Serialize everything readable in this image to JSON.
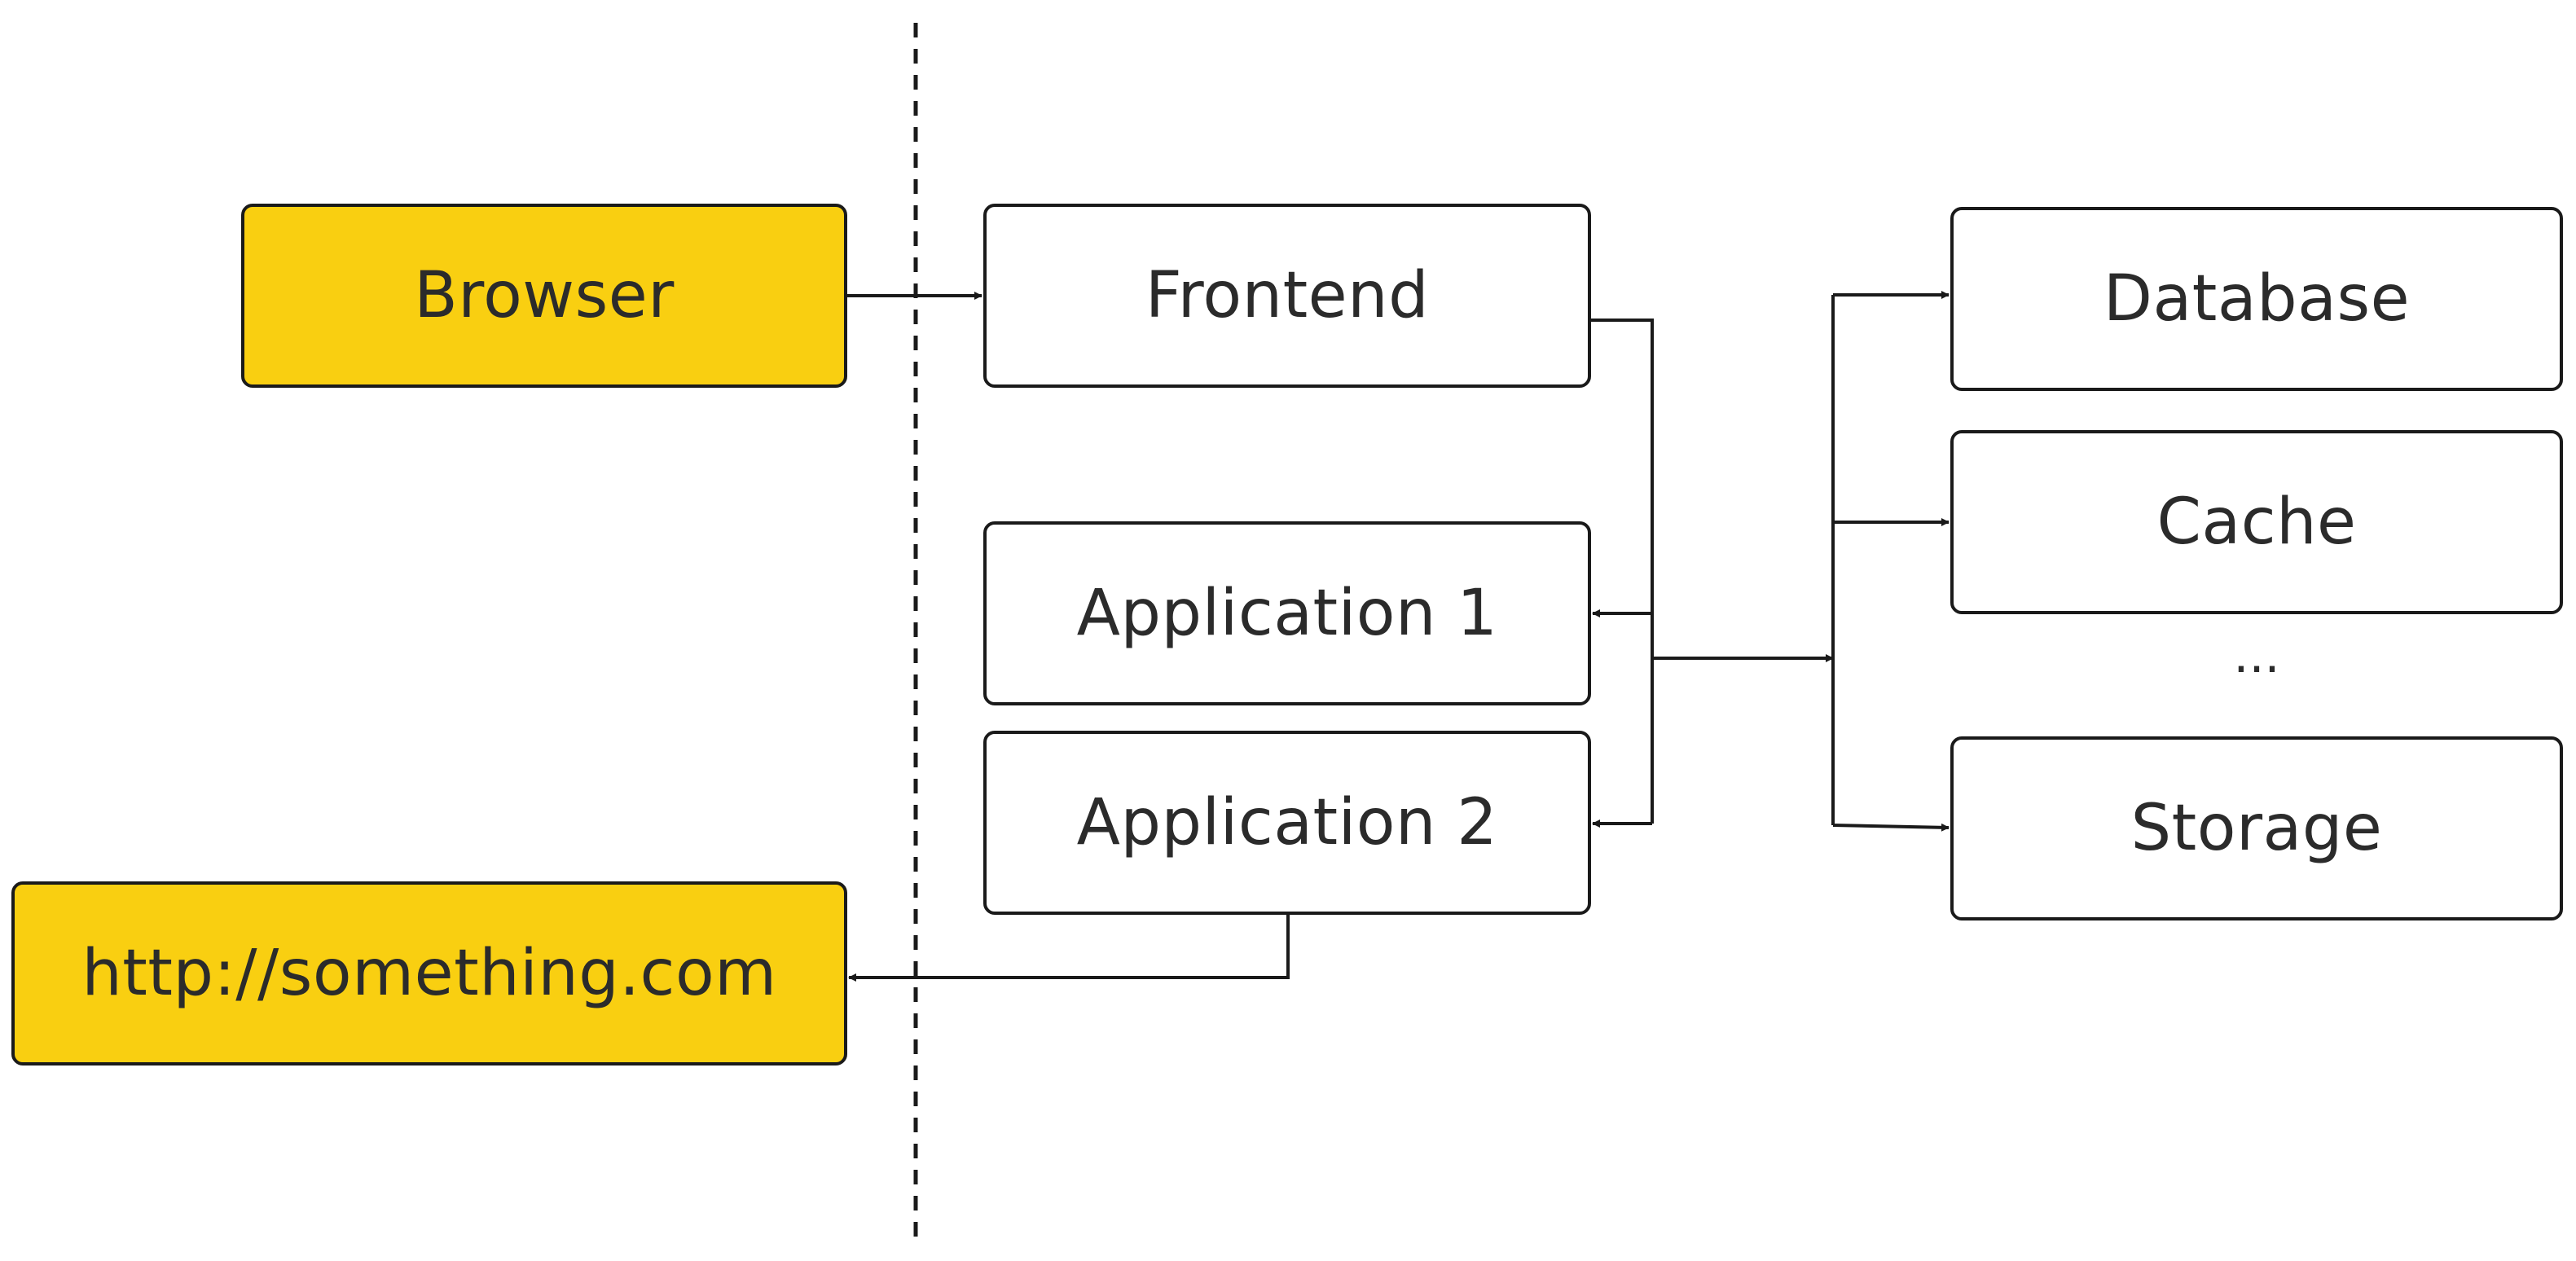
{
  "diagram": {
    "nodes": {
      "browser": "Browser",
      "external_url": "http://something.com",
      "frontend": "Frontend",
      "app1": "Application 1",
      "app2": "Application 2",
      "database": "Database",
      "cache": "Cache",
      "ellipsis": "...",
      "storage": "Storage"
    },
    "colors": {
      "external_fill": "#f9cf11",
      "internal_fill": "#ffffff",
      "stroke": "#1a1a1a"
    },
    "edges": [
      {
        "from": "browser",
        "to": "frontend"
      },
      {
        "from": "frontend",
        "to": "app1"
      },
      {
        "from": "frontend",
        "to": "app2"
      },
      {
        "from": "frontend",
        "to": "database"
      },
      {
        "from": "frontend",
        "to": "cache"
      },
      {
        "from": "frontend",
        "to": "storage"
      },
      {
        "from": "app2",
        "to": "external_url"
      }
    ]
  }
}
